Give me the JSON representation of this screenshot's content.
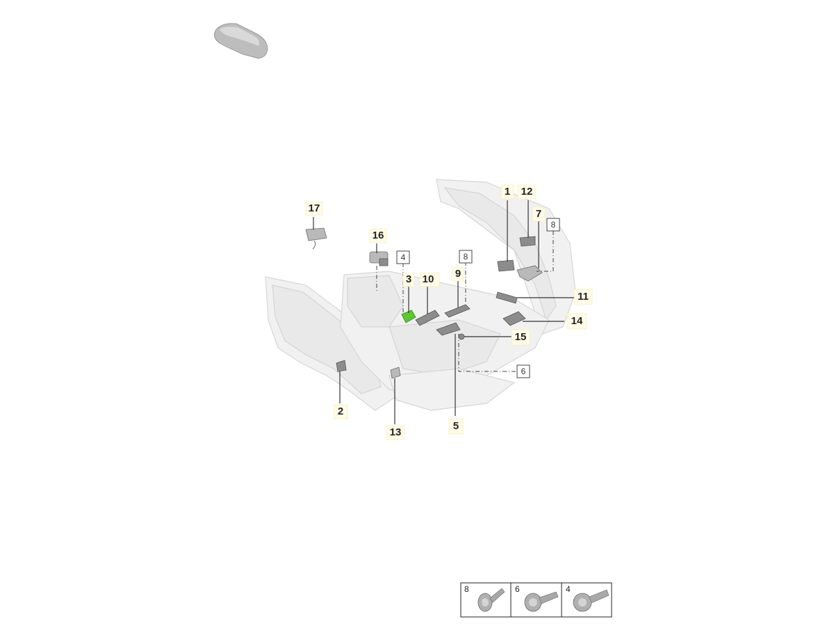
{
  "callouts": {
    "p1": "1",
    "p2": "2",
    "p3": "3",
    "p5": "5",
    "p7": "7",
    "p9": "9",
    "p10": "10",
    "p11": "11",
    "p12": "12",
    "p13": "13",
    "p14": "14",
    "p15": "15",
    "p16": "16",
    "p17": "17"
  },
  "boxed_refs": {
    "r8a": "8",
    "r4": "4",
    "r8b": "8",
    "r6": "6"
  },
  "highlight_color": "#5cc832",
  "fastener_legend": {
    "cells": [
      {
        "label": "8",
        "icon": "screw-icon"
      },
      {
        "label": "6",
        "icon": "screw-icon"
      },
      {
        "label": "4",
        "icon": "screw-icon"
      }
    ]
  }
}
